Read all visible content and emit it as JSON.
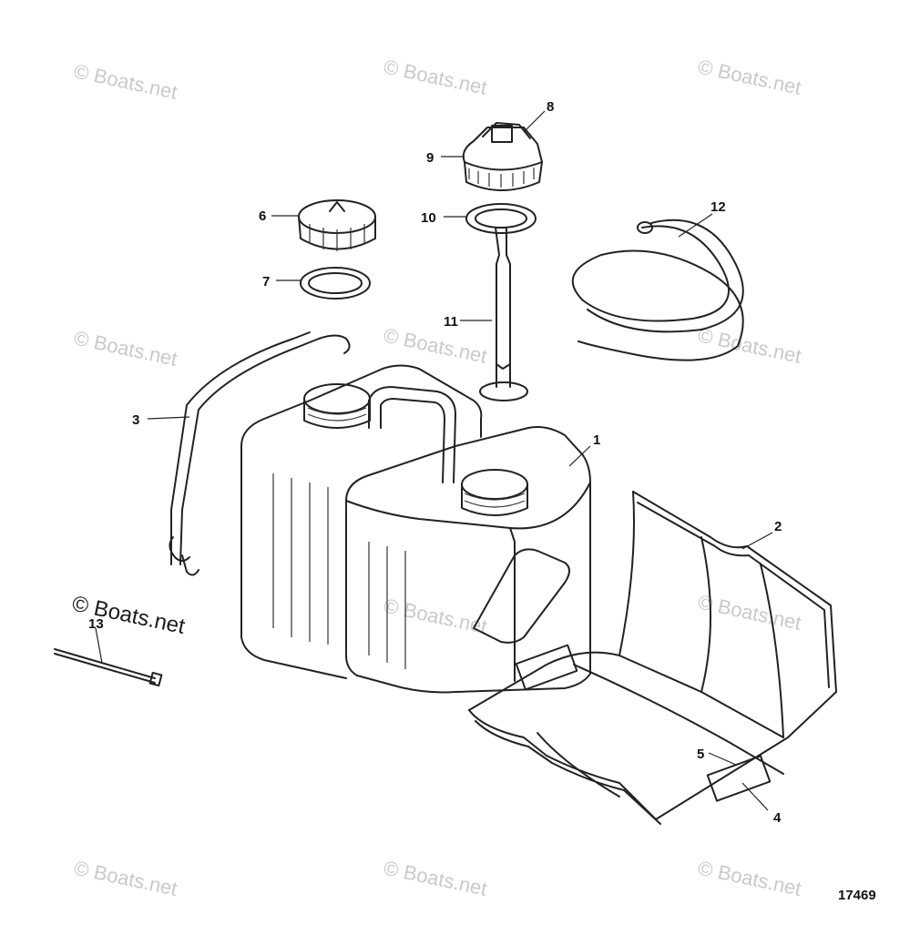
{
  "watermark": {
    "text": "© Boats.net",
    "color": "#c9c9c9"
  },
  "figure_number": "17469",
  "callouts": [
    {
      "id": "1",
      "part": "fuel-tank"
    },
    {
      "id": "2",
      "part": "tank-bracket"
    },
    {
      "id": "3",
      "part": "strap"
    },
    {
      "id": "4",
      "part": "clip"
    },
    {
      "id": "5",
      "part": "rivet"
    },
    {
      "id": "6",
      "part": "fuel-cap"
    },
    {
      "id": "7",
      "part": "cap-gasket"
    },
    {
      "id": "8",
      "part": "fuel-gauge"
    },
    {
      "id": "9",
      "part": "gauge-cap"
    },
    {
      "id": "10",
      "part": "gauge-gasket"
    },
    {
      "id": "11",
      "part": "pickup-tube"
    },
    {
      "id": "12",
      "part": "hose"
    },
    {
      "id": "13",
      "part": "cable-tie"
    }
  ]
}
